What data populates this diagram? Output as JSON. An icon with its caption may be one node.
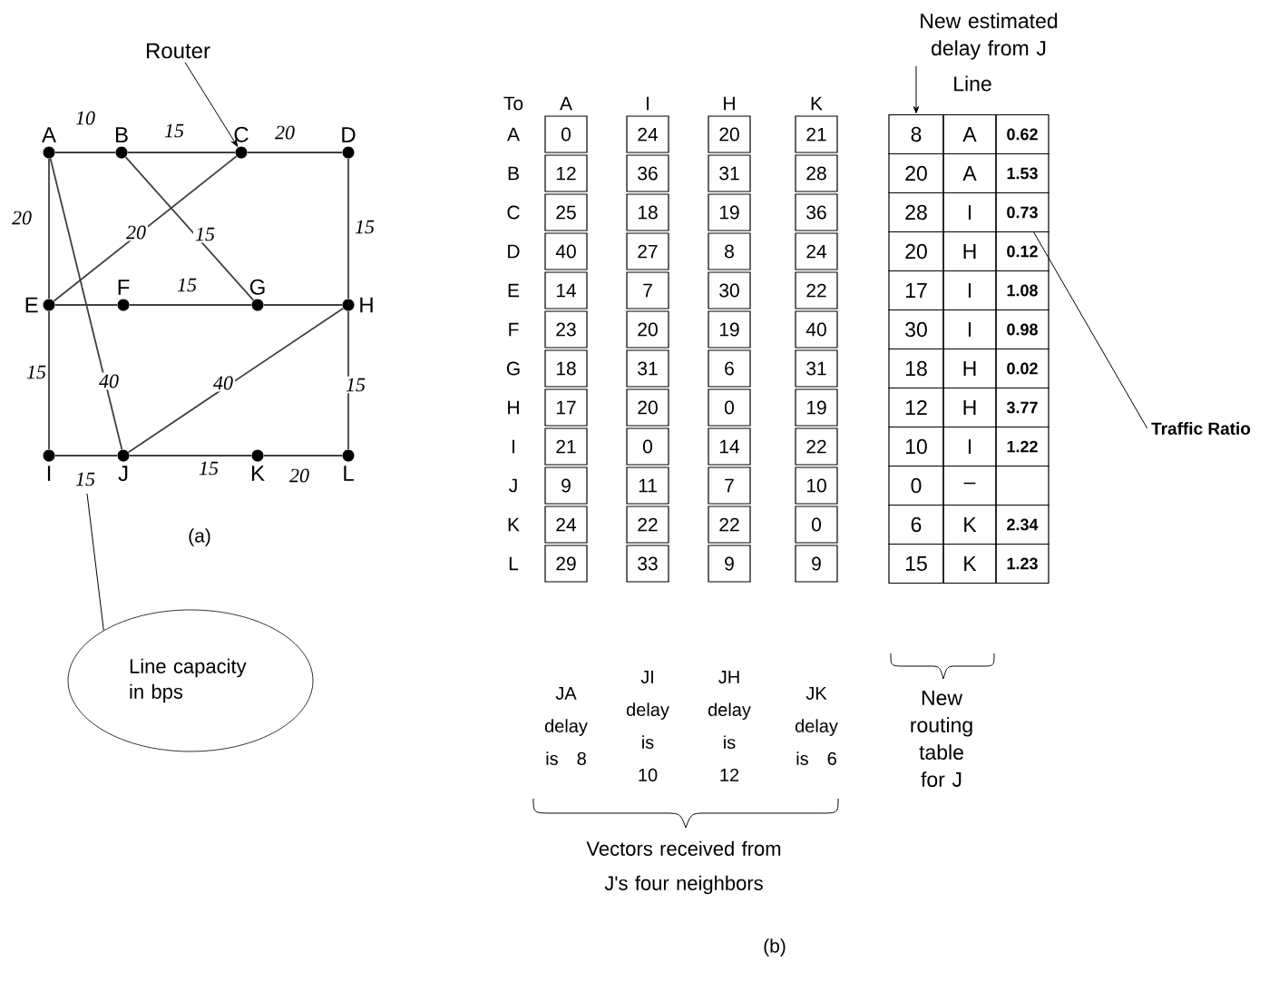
{
  "diagram": {
    "nodes": [
      {
        "text": [
          "A"
        ]
      },
      {
        "text": [
          "B"
        ]
      },
      {
        "text": [
          "C"
        ]
      },
      {
        "text": [
          "D"
        ]
      },
      {
        "text": [
          "E"
        ]
      },
      {
        "text": [
          "F"
        ]
      },
      {
        "text": [
          "G"
        ]
      },
      {
        "text": [
          "H"
        ]
      },
      {
        "text": [
          "I"
        ]
      },
      {
        "text": [
          "J"
        ]
      },
      {
        "text": [
          "K"
        ]
      },
      {
        "text": [
          "L"
        ]
      },
      {
        "text": [
          "Router"
        ]
      },
      {
        "text": [
          "Line capacity in bps"
        ]
      },
      {
        "text": [
          "New estimated delay from J"
        ]
      },
      {
        "text": [
          "Traffic Ratio"
        ]
      },
      {
        "text": [
          "0.73"
        ]
      },
      {
        "text": [
          "8"
        ]
      }
    ],
    "edges": [
      {
        "from": 0,
        "to": 1,
        "arrow": "none",
        "label": "10"
      },
      {
        "from": 1,
        "to": 2,
        "arrow": "none",
        "label": "15"
      },
      {
        "from": 2,
        "to": 3,
        "arrow": "none",
        "label": "20"
      },
      {
        "from": 0,
        "to": 4,
        "arrow": "none",
        "label": "20"
      },
      {
        "from": 4,
        "to": 2,
        "arrow": "none",
        "label": "20"
      },
      {
        "from": 1,
        "to": 6,
        "arrow": "none",
        "label": "15"
      },
      {
        "from": 3,
        "to": 7,
        "arrow": "none",
        "label": "15"
      },
      {
        "from": 4,
        "to": 5,
        "arrow": "none"
      },
      {
        "from": 5,
        "to": 6,
        "arrow": "none",
        "label": "15"
      },
      {
        "from": 6,
        "to": 7,
        "arrow": "none"
      },
      {
        "from": 0,
        "to": 9,
        "arrow": "none",
        "label": "40"
      },
      {
        "from": 9,
        "to": 7,
        "arrow": "none",
        "label": "40"
      },
      {
        "from": 4,
        "to": 8,
        "arrow": "none",
        "label": "15"
      },
      {
        "from": 7,
        "to": 11,
        "arrow": "none",
        "label": "15"
      },
      {
        "from": 8,
        "to": 9,
        "arrow": "none",
        "label": "15"
      },
      {
        "from": 9,
        "to": 10,
        "arrow": "none",
        "label": "15"
      },
      {
        "from": 10,
        "to": 11,
        "arrow": "none",
        "label": "20"
      },
      {
        "from": 12,
        "to": 2,
        "arrow": "to"
      },
      {
        "from": 13,
        "to": null,
        "arrow": "none"
      },
      {
        "from": 15,
        "to": 16,
        "arrow": "none"
      },
      {
        "from": 14,
        "to": 17,
        "arrow": "to"
      }
    ],
    "labels": [
      "(a)",
      "To",
      "A",
      "I",
      "H",
      "K",
      "A",
      "0",
      "24",
      "20",
      "21",
      "B",
      "12",
      "36",
      "31",
      "28",
      "C",
      "25",
      "18",
      "19",
      "36",
      "D",
      "40",
      "27",
      "8",
      "24",
      "E",
      "14",
      "7",
      "30",
      "22",
      "F",
      "23",
      "20",
      "19",
      "40",
      "G",
      "18",
      "31",
      "6",
      "31",
      "H",
      "17",
      "20",
      "0",
      "19",
      "I",
      "21",
      "0",
      "14",
      "22",
      "J",
      "9",
      "11",
      "7",
      "10",
      "K",
      "24",
      "22",
      "22",
      "0",
      "L",
      "29",
      "33",
      "9",
      "9",
      "Line",
      "A",
      "0.62",
      "20",
      "A",
      "1.53",
      "28",
      "I",
      "20",
      "H",
      "0.12",
      "17",
      "I",
      "1.08",
      "30",
      "I",
      "0.98",
      "18",
      "H",
      "0.02",
      "12",
      "H",
      "3.77",
      "10",
      "I",
      "1.22",
      "0",
      "–",
      "6",
      "K",
      "2.34",
      "15",
      "K",
      "1.23",
      "JA delay is 8",
      "JI delay is 10",
      "JH delay is 12",
      "JK delay is 6",
      "Vectors received from J's four neighbors",
      "New routing table for J",
      "(b)"
    ]
  }
}
